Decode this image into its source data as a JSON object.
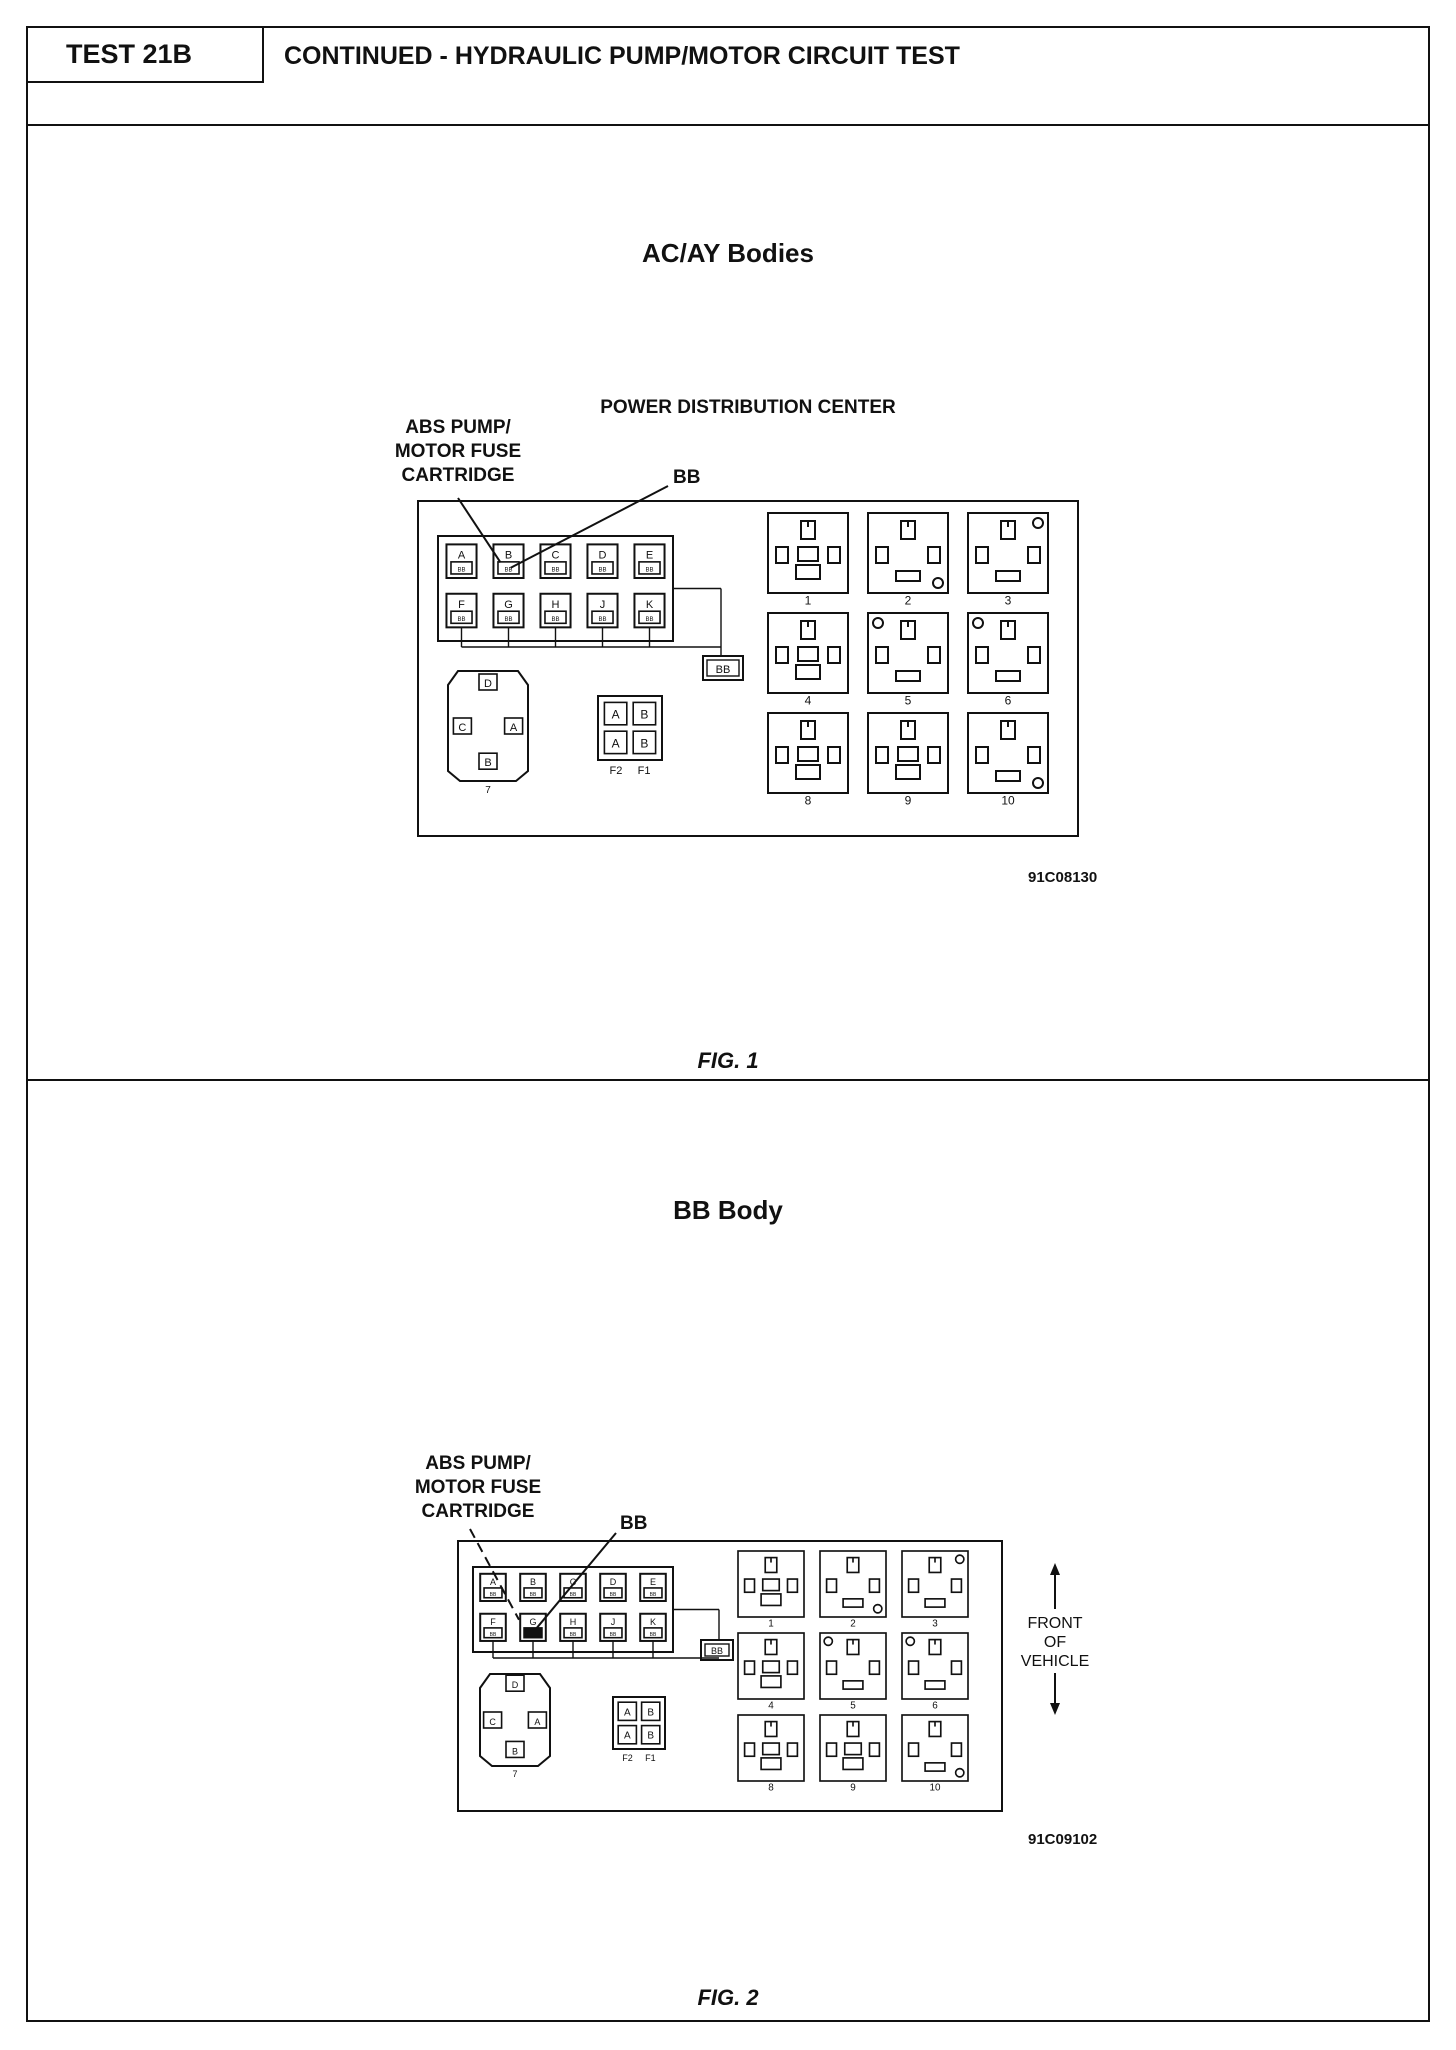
{
  "header": {
    "test_id": "TEST 21B",
    "title": "CONTINUED - HYDRAULIC PUMP/MOTOR CIRCUIT TEST"
  },
  "fig1": {
    "body_title": "AC/AY Bodies",
    "diagram_title": "POWER DISTRIBUTION CENTER",
    "callout_lines": [
      "ABS PUMP/",
      "MOTOR FUSE",
      "CARTRIDGE"
    ],
    "bb_label": "BB",
    "code": "91C08130",
    "caption": "FIG. 1"
  },
  "fig2": {
    "body_title": "BB Body",
    "diagram_title": "POWER DISTRIBUTION CENTER",
    "callout_lines": [
      "ABS PUMP/",
      "MOTOR FUSE",
      "CARTRIDGE"
    ],
    "bb_label": "BB",
    "front_lines": [
      "FRONT",
      "OF",
      "VEHICLE"
    ],
    "code": "91C09102",
    "caption": "FIG. 2"
  },
  "diagram": {
    "fuse_top_row": [
      "A",
      "B",
      "C",
      "D",
      "E"
    ],
    "fuse_bottom_row": [
      "F",
      "G",
      "H",
      "J",
      "K"
    ],
    "fuse_inner": "BB",
    "bb_box_label": "BB",
    "connector_letters": [
      "D",
      "C",
      "A",
      "B"
    ],
    "connector_number": "7",
    "relay_cells": [
      "A",
      "B",
      "A",
      "B"
    ],
    "relay_labels": [
      "F2",
      "F1"
    ],
    "relay_sockets": [
      "1",
      "2",
      "3",
      "4",
      "5",
      "6",
      "8",
      "9",
      "10"
    ]
  }
}
